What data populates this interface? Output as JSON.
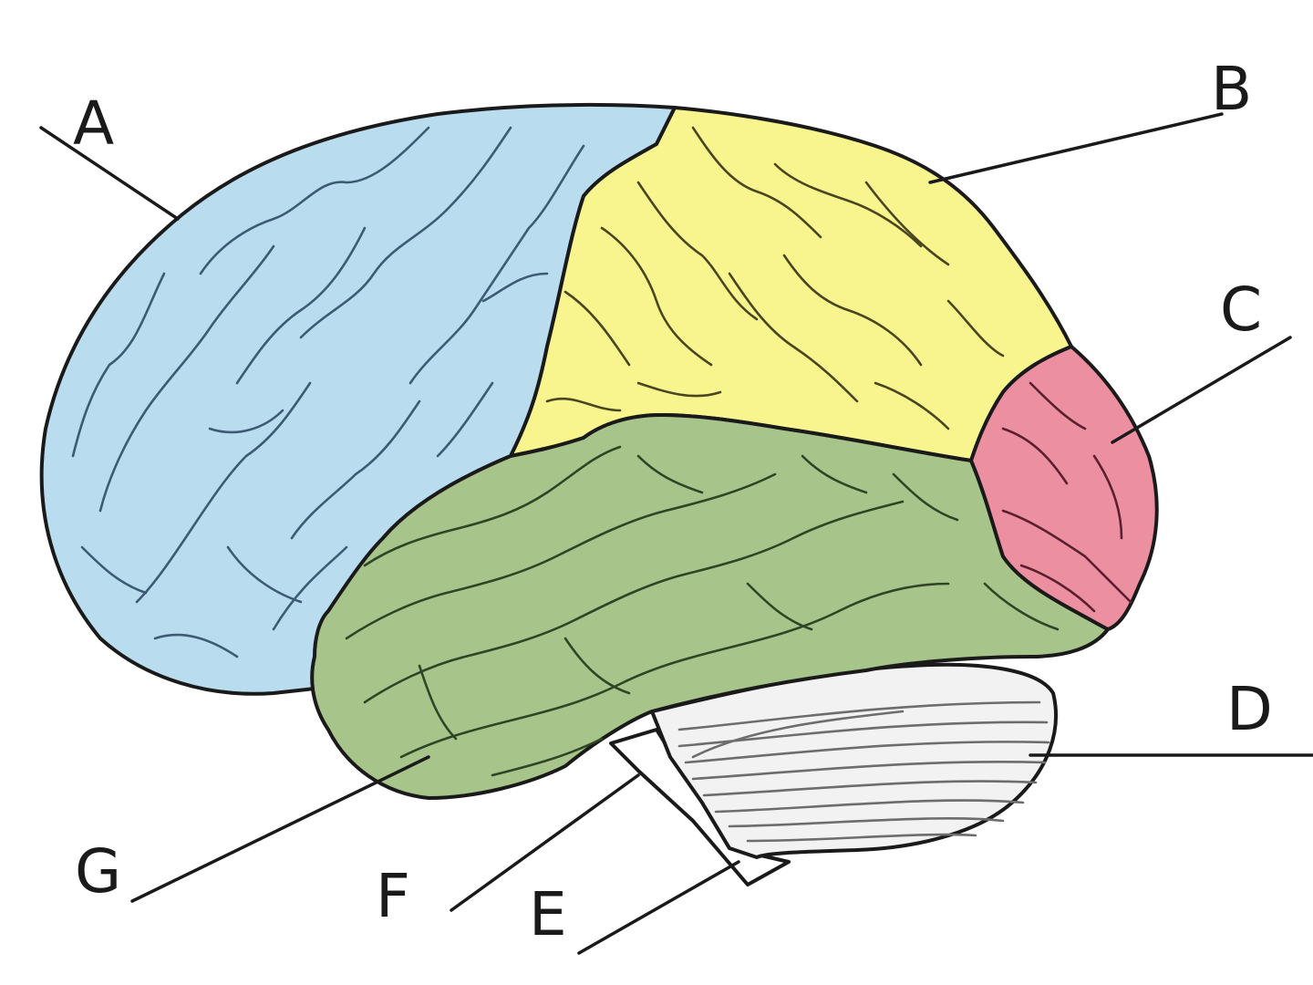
{
  "labels": {
    "a": "A",
    "b": "B",
    "c": "C",
    "d": "D",
    "e": "E",
    "f": "F",
    "g": "G"
  },
  "colors": {
    "frontal": "#b9dcef",
    "parietal": "#f8f58e",
    "temporal": "#a7c58a",
    "occipital": "#ec8fa1",
    "cerebellum": "#f2f2f2",
    "brainstem": "#ffffff",
    "frontal_lines": "#3d5b73",
    "parietal_lines": "#4a4520",
    "temporal_lines": "#2f4526",
    "occipital_lines": "#5a2030",
    "cerebellum_lines": "#6d6d6d"
  }
}
